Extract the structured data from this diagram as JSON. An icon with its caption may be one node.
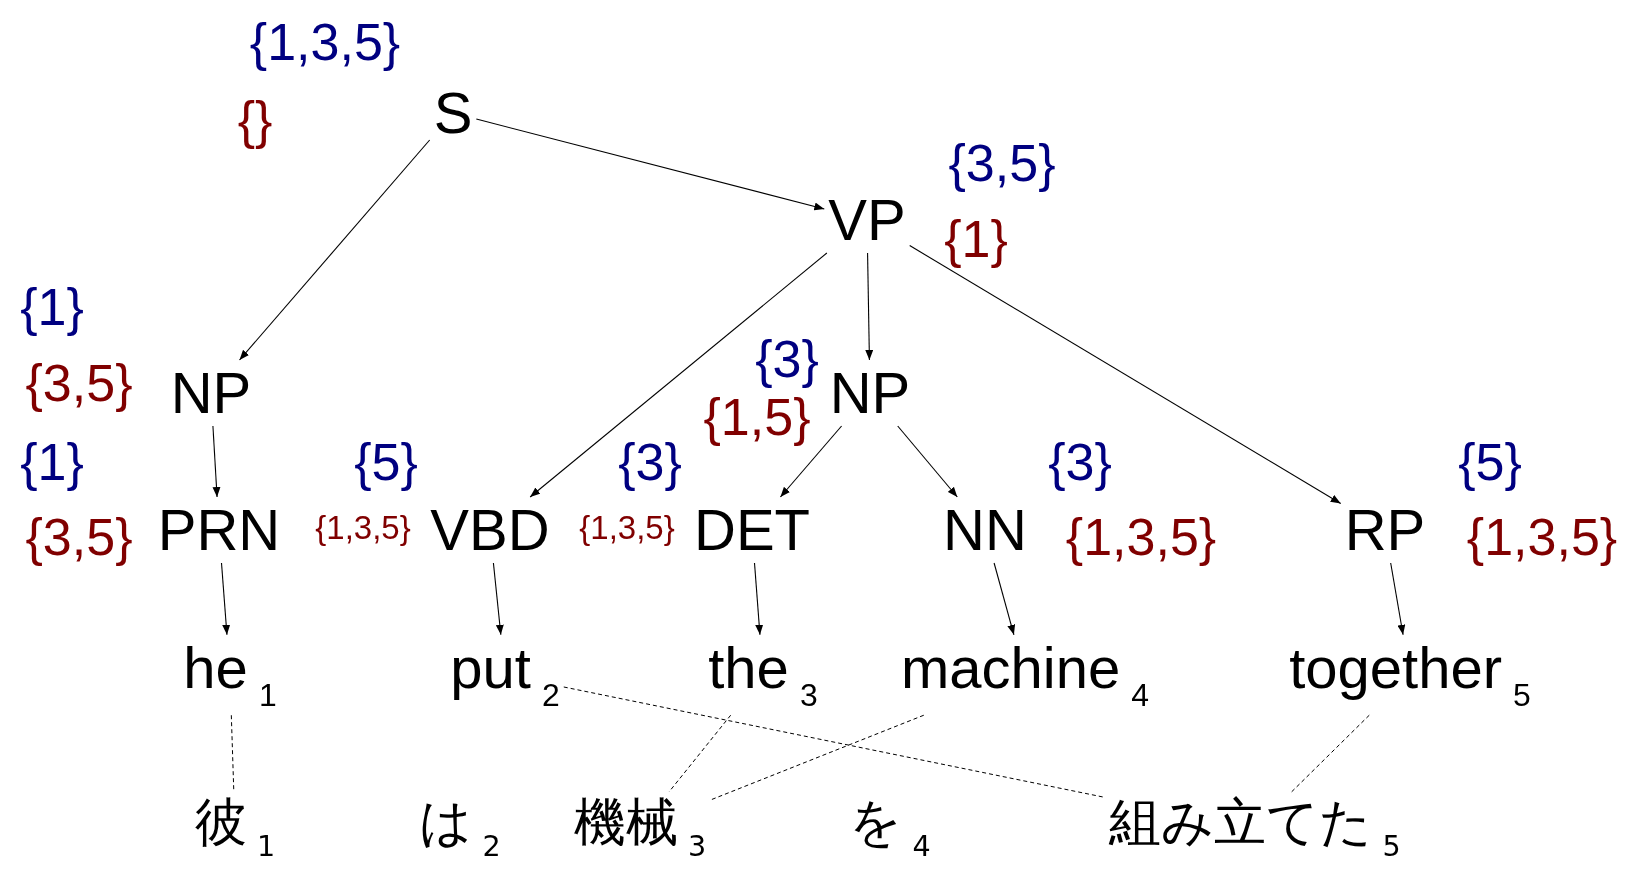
{
  "diagram": {
    "nodes": [
      {
        "text": [
          "S"
        ],
        "beside": [
          "{1,3,5}",
          "{}"
        ]
      },
      {
        "text": [
          "VP"
        ],
        "beside": [
          "{3,5}",
          "{1}"
        ]
      },
      {
        "text": [
          "NP"
        ],
        "beside": [
          "{1}",
          "{3,5}"
        ]
      },
      {
        "text": [
          "NP"
        ],
        "beside": [
          "{3}",
          "{1,5}"
        ]
      },
      {
        "text": [
          "PRN"
        ],
        "beside": [
          "{1}",
          "{3,5}"
        ]
      },
      {
        "text": [
          "VBD"
        ],
        "beside": [
          "{5}",
          "{1,3,5}"
        ]
      },
      {
        "text": [
          "DET"
        ],
        "beside": [
          "{3}",
          "{1,3,5}"
        ]
      },
      {
        "text": [
          "NN"
        ],
        "beside": [
          "{3}",
          "{1,3,5}"
        ]
      },
      {
        "text": [
          "RP"
        ],
        "beside": [
          "{5}",
          "{1,3,5}"
        ]
      },
      {
        "text": [
          "he$_{1}$"
        ]
      },
      {
        "text": [
          "put$_{2}$"
        ]
      },
      {
        "text": [
          "the$_{3}$"
        ]
      },
      {
        "text": [
          "machine$_{4}$"
        ]
      },
      {
        "text": [
          "together$_{5}$"
        ]
      },
      {
        "text": [
          "彼$_{1}$"
        ]
      },
      {
        "text": [
          "は$_{2}$"
        ]
      },
      {
        "text": [
          "機械$_{3}$"
        ]
      },
      {
        "text": [
          "を$_{4}$"
        ]
      },
      {
        "text": [
          "組み立てた$_{5}$"
        ]
      }
    ],
    "edges": [
      {
        "from": 0,
        "to": 2,
        "arrow": "to"
      },
      {
        "from": 0,
        "to": 1,
        "arrow": "to"
      },
      {
        "from": 1,
        "to": 5,
        "arrow": "to"
      },
      {
        "from": 1,
        "to": 3,
        "arrow": "to"
      },
      {
        "from": 1,
        "to": 8,
        "arrow": "to"
      },
      {
        "from": 3,
        "to": 6,
        "arrow": "to"
      },
      {
        "from": 3,
        "to": 7,
        "arrow": "to"
      },
      {
        "from": 2,
        "to": 4,
        "arrow": "to"
      },
      {
        "from": 4,
        "to": 9,
        "arrow": "to"
      },
      {
        "from": 5,
        "to": 10,
        "arrow": "to"
      },
      {
        "from": 6,
        "to": 11,
        "arrow": "to"
      },
      {
        "from": 7,
        "to": 12,
        "arrow": "to"
      },
      {
        "from": 8,
        "to": 13,
        "arrow": "to"
      },
      {
        "from": 9,
        "to": 14,
        "arrow": "none",
        "style": "dashed"
      },
      {
        "from": 10,
        "to": 18,
        "arrow": "none",
        "style": "dashed"
      },
      {
        "from": 11,
        "to": 16,
        "arrow": "none",
        "style": "dashed"
      },
      {
        "from": 12,
        "to": 16,
        "arrow": "none",
        "style": "dashed"
      },
      {
        "from": 13,
        "to": 18,
        "arrow": "none",
        "style": "dashed"
      }
    ]
  }
}
